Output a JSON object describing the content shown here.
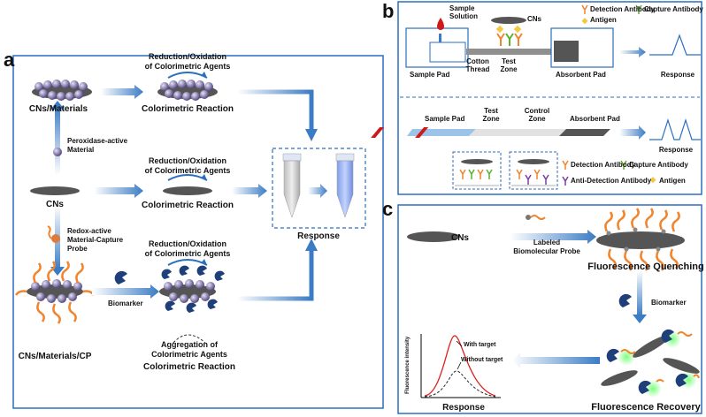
{
  "panel_a": {
    "letter": "a",
    "cns_materials": "CNs/Materials",
    "cns": "CNs",
    "cns_materials_cp": "CNs/Materials/CP",
    "peroxidase": [
      "Peroxidase-active",
      "Material"
    ],
    "redox": [
      "Redox-active",
      "Material-Capture",
      "Probe"
    ],
    "biomarker": "Biomarker",
    "reduction": [
      "Reduction/Oxidation",
      "of Colorimetric Agents"
    ],
    "colorimetric_reaction": "Colorimetric Reaction",
    "aggregation": [
      "Aggregation of",
      "Colorimetric Agents"
    ],
    "response": "Response"
  },
  "panel_b": {
    "letter": "b",
    "sample_solution": [
      "Sample",
      "Solution"
    ],
    "cns": "CNs",
    "legend_detection": "Detection Antibody",
    "legend_capture": "Capture Antibody",
    "legend_antigen": "Antigen",
    "sample_pad": "Sample Pad",
    "cotton_thread": [
      "Cotton",
      "Thread"
    ],
    "test_zone": [
      "Test",
      "Zone"
    ],
    "absorbent_pad": "Absorbent Pad",
    "response": "Response",
    "strip_sample_pad": "Sample Pad",
    "strip_test_zone": [
      "Test",
      "Zone"
    ],
    "strip_control_zone": [
      "Control",
      "Zone"
    ],
    "strip_absorbent_pad": "Absorbent Pad",
    "response2": "Response",
    "legend2_detection": "Detection Antibody",
    "legend2_capture": "Capture Antibody",
    "legend2_anti": "Anti-Detection Antibody",
    "legend2_antigen": "Antigen"
  },
  "panel_c": {
    "letter": "c",
    "cns": "CNs",
    "labeled": [
      "Labeled",
      "Biomolecular Probe"
    ],
    "quenching": "Fluorescence Quenching",
    "biomarker": "Biomarker",
    "recovery": "Fluorescence Recovery",
    "response": "Response",
    "with_target": "With target",
    "without_target": "Without target",
    "ylabel": "Fluorescence intensity"
  },
  "colors": {
    "frame": "#2a6fbf",
    "arrow": "#4a86c8",
    "orange": "#f0852d",
    "navy": "#1f3f7a",
    "gray_sheet": "#555555",
    "red_curve": "#e02020"
  }
}
